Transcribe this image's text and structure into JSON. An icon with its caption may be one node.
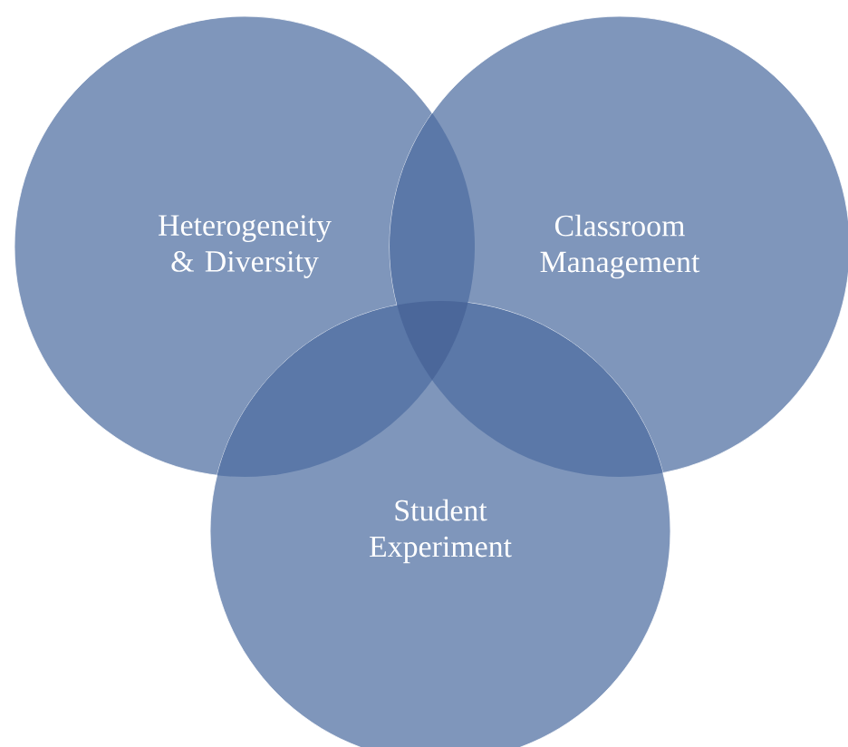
{
  "diagram": {
    "nodes": [
      {
        "text": [
          "Heterogeneity & Diversity"
        ]
      },
      {
        "text": [
          "Classroom Management"
        ]
      },
      {
        "text": [
          "Student Experiment"
        ]
      }
    ]
  }
}
